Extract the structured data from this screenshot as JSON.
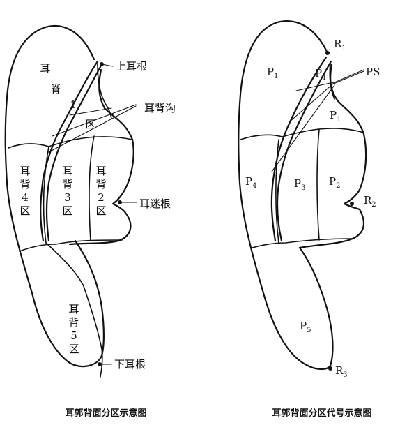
{
  "left_diagram": {
    "caption": "耳郭背面分区示意图",
    "callouts": {
      "upper_root": "上耳根",
      "groove": "耳背沟",
      "vagus_root": "耳迷根",
      "lower_root": "下耳根"
    },
    "regions": {
      "ridge_a": "耳",
      "ridge_b": "脊",
      "zone1_num": "1",
      "zone1_char": "区",
      "zone4": [
        "耳",
        "背",
        "4",
        "区"
      ],
      "zone3": [
        "耳",
        "背",
        "3",
        "区"
      ],
      "zone2": [
        "耳",
        "背",
        "2",
        "区"
      ],
      "zone5": [
        "耳",
        "背",
        "5",
        "区"
      ]
    }
  },
  "right_diagram": {
    "caption": "耳郭背面分区代号示意图",
    "codes": {
      "p1_top": {
        "letter": "P",
        "sub": "1"
      },
      "p1_mid": {
        "letter": "P",
        "sub": "1"
      },
      "p1_low": {
        "letter": "P",
        "sub": "1"
      },
      "p4": {
        "letter": "P",
        "sub": "4"
      },
      "p3": {
        "letter": "P",
        "sub": "3"
      },
      "p2": {
        "letter": "P",
        "sub": "2"
      },
      "p5": {
        "letter": "P",
        "sub": "5"
      },
      "ps": {
        "letter": "PS",
        "sub": ""
      },
      "r1": {
        "letter": "R",
        "sub": "1"
      },
      "r2": {
        "letter": "R",
        "sub": "2"
      },
      "r3": {
        "letter": "R",
        "sub": "3"
      }
    }
  }
}
